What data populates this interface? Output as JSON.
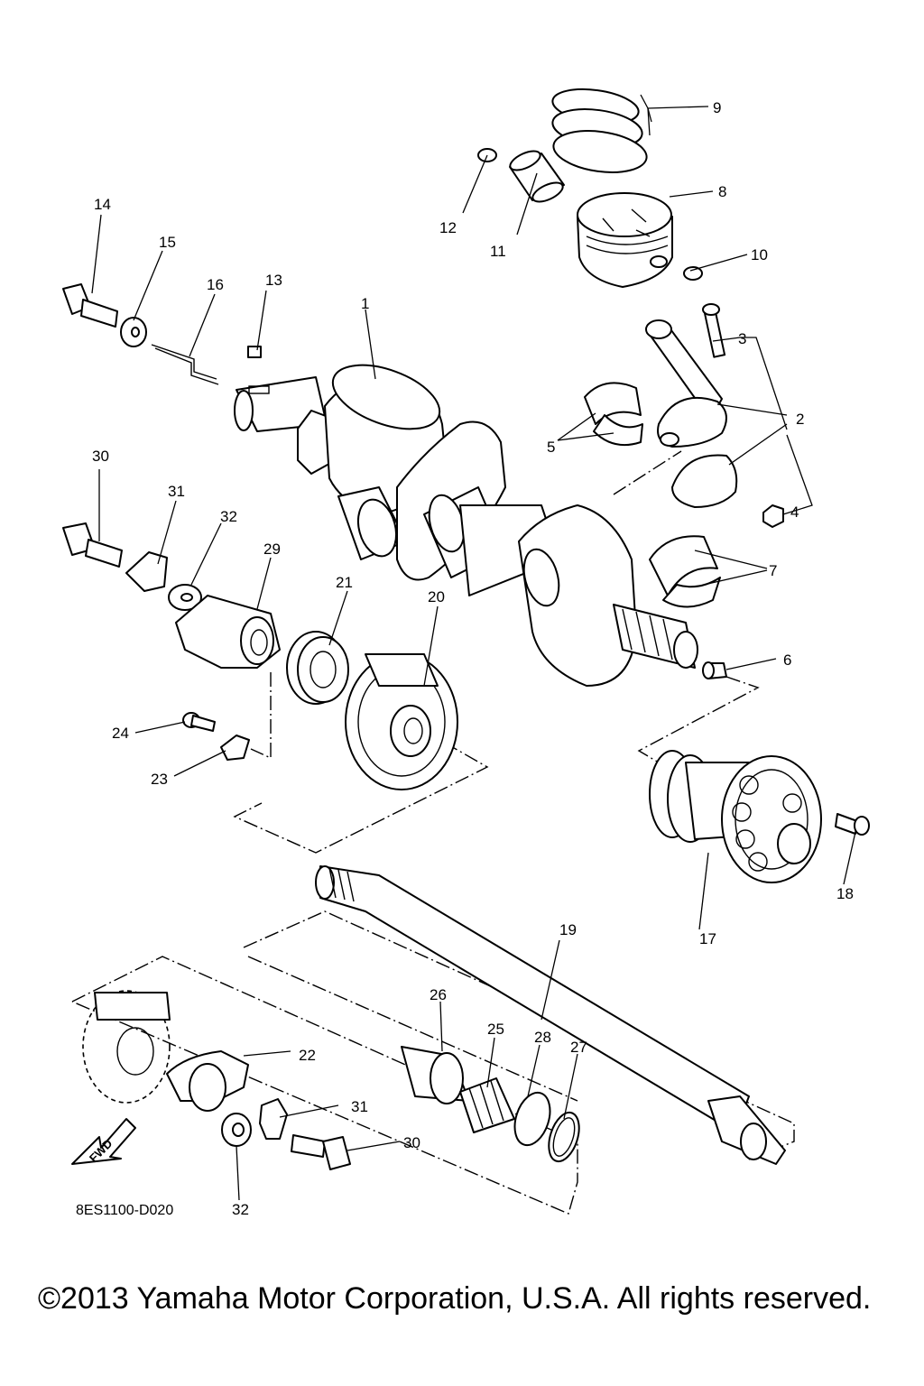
{
  "diagram": {
    "drawing_code": "8ES1100-D020",
    "copyright": "©2013 Yamaha Motor Corporation, U.S.A. All rights reserved.",
    "fwd_label": "FWD",
    "callouts": {
      "c1": "1",
      "c2": "2",
      "c3": "3",
      "c4": "4",
      "c5": "5",
      "c6": "6",
      "c7": "7",
      "c8": "8",
      "c9": "9",
      "c10": "10",
      "c11": "11",
      "c12": "12",
      "c13": "13",
      "c14": "14",
      "c15": "15",
      "c16": "16",
      "c17": "17",
      "c18": "18",
      "c19": "19",
      "c20": "20",
      "c21": "21",
      "c22": "22",
      "c23": "23",
      "c24": "24",
      "c25": "25",
      "c26": "26",
      "c27": "27",
      "c28": "28",
      "c29": "29",
      "c30a": "30",
      "c30b": "30",
      "c31a": "31",
      "c31b": "31",
      "c32a": "32",
      "c32b": "32"
    },
    "icons": {
      "fwd": "fwd-arrow-icon"
    }
  }
}
